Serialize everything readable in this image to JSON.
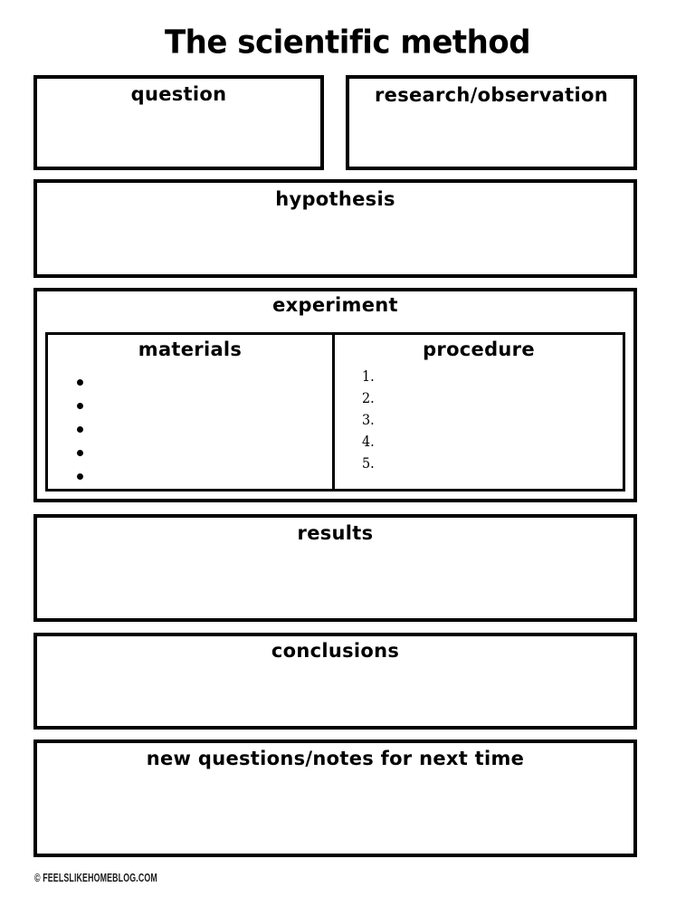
{
  "page": {
    "title": "The scientific method",
    "footer": "© feelslikehomeblog.com"
  },
  "sections": {
    "question": {
      "label": "question"
    },
    "research": {
      "label": "research/observation"
    },
    "hypothesis": {
      "label": "hypothesis"
    },
    "experiment": {
      "label": "experiment",
      "materials": {
        "label": "materials"
      },
      "procedure": {
        "label": "procedure",
        "items": [
          "1.",
          "2.",
          "3.",
          "4.",
          "5."
        ]
      }
    },
    "results": {
      "label": "results"
    },
    "conclusions": {
      "label": "conclusions"
    },
    "new_questions": {
      "label": "new questions/notes for next time"
    }
  }
}
